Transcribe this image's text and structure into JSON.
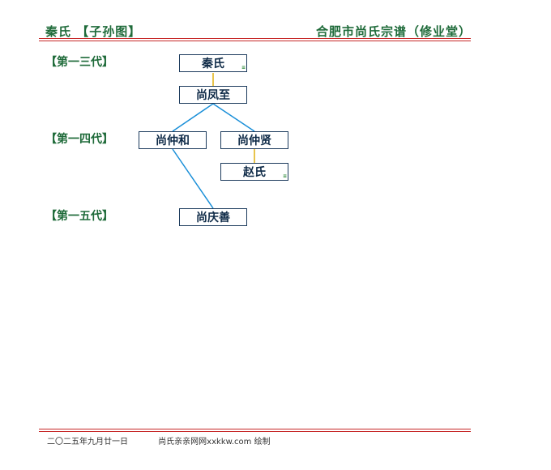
{
  "header": {
    "title": "秦氏 【子孙图】",
    "right": "合肥市尚氏宗谱（修业堂）"
  },
  "generations": [
    {
      "label": "【第一三代】"
    },
    {
      "label": "【第一四代】"
    },
    {
      "label": "【第一五代】"
    }
  ],
  "nodes": {
    "qin": {
      "name": "秦氏",
      "mark": "≡"
    },
    "fengzhi": {
      "name": "尚凤至"
    },
    "zhonghe": {
      "name": "尚仲和"
    },
    "zhongxian": {
      "name": "尚仲贤"
    },
    "zhao": {
      "name": "赵氏",
      "mark": "≡"
    },
    "qingshan": {
      "name": "尚庆善"
    }
  },
  "colors": {
    "spouse_link": "#e0b010",
    "child_link": "#1a8fd8"
  },
  "footer": {
    "date": "二〇二五年九月廿一日",
    "credit": "尚氏亲亲网网xxkkw.com 绘制"
  }
}
